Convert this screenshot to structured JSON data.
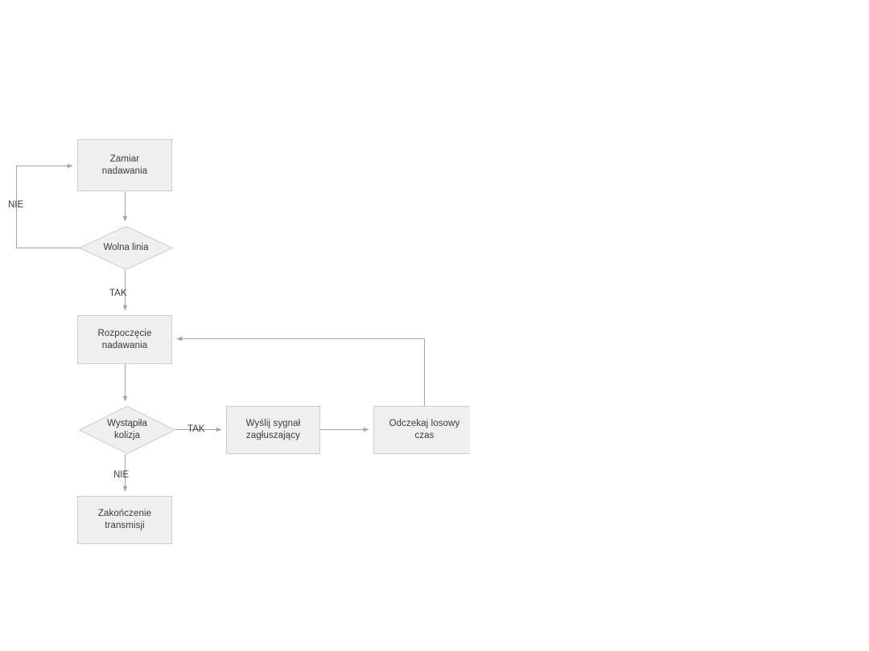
{
  "diagram": {
    "title": "CSMA/CD transmission flowchart",
    "language": "pl",
    "background_color": "#ffffff",
    "node_fill_color": "#efefef",
    "node_border_color": "#cdcdcd",
    "connector_color": "#a6a6a6",
    "text_color": "#3a3a3a",
    "nodes": [
      {
        "id": "zamiar",
        "type": "process",
        "label": "Zamiar\nnadawania"
      },
      {
        "id": "wolna",
        "type": "decision",
        "label": "Wolna linia"
      },
      {
        "id": "rozpoczecie",
        "type": "process",
        "label": "Rozpoczęcie\nnadawania"
      },
      {
        "id": "kolizja",
        "type": "decision",
        "label": "Wystąpiła\nkolizja"
      },
      {
        "id": "jam",
        "type": "process",
        "label": "Wyślij sygnał\nzagłuszający"
      },
      {
        "id": "odczekaj",
        "type": "process",
        "label": "Odczekaj losowy\nczas"
      },
      {
        "id": "zakonczenie",
        "type": "process",
        "label": "Zakończenie\ntransmisji"
      }
    ],
    "edge_labels": {
      "wolna_nie": "NIE",
      "wolna_tak": "TAK",
      "kolizja_tak": "TAK",
      "kolizja_nie": "NIE"
    },
    "edges": [
      {
        "from": "zamiar",
        "to": "wolna",
        "label": ""
      },
      {
        "from": "wolna",
        "to": "zamiar",
        "label": "NIE"
      },
      {
        "from": "wolna",
        "to": "rozpoczecie",
        "label": "TAK"
      },
      {
        "from": "rozpoczecie",
        "to": "kolizja",
        "label": ""
      },
      {
        "from": "kolizja",
        "to": "jam",
        "label": "TAK"
      },
      {
        "from": "jam",
        "to": "odczekaj",
        "label": ""
      },
      {
        "from": "odczekaj",
        "to": "rozpoczecie",
        "label": ""
      },
      {
        "from": "kolizja",
        "to": "zakonczenie",
        "label": "NIE"
      }
    ]
  }
}
